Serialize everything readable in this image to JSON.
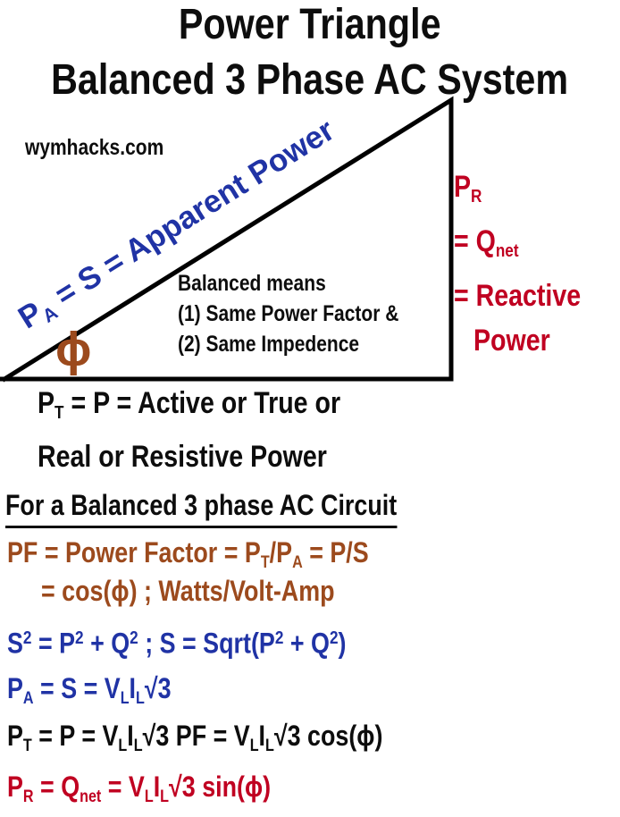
{
  "colors": {
    "blue": "#2033A5",
    "red": "#C00021",
    "brown": "#9C4A1D",
    "ink": "#0D0D0D",
    "stroke": "#000000"
  },
  "title": {
    "line1": "Power Triangle",
    "line2": "Balanced 3 Phase AC System"
  },
  "triangle": {
    "watermark": "wymhacks.com",
    "hypotenuse_label": [
      {
        "t": "P"
      },
      {
        "sub": "A"
      },
      {
        "t": " = S = Apparent Power"
      }
    ],
    "angle_symbol": "ϕ",
    "note": {
      "line1": "Balanced means",
      "line2": "(1) Same Power Factor &",
      "line3": "(2) Same Impedence"
    },
    "reactive_label": {
      "line1": [
        {
          "t": "P"
        },
        {
          "sub": "R"
        }
      ],
      "line2": [
        {
          "t": "= Q"
        },
        {
          "sub": "net"
        }
      ],
      "line3": [
        {
          "t": "= Reactive"
        }
      ],
      "line4": [
        {
          "t": "Power"
        }
      ]
    },
    "base_label": {
      "line1": [
        {
          "t": "P"
        },
        {
          "sub": "T"
        },
        {
          "t": " = P = Active or True or"
        }
      ],
      "line2": [
        {
          "t": "Real or Resistive Power"
        }
      ]
    }
  },
  "formulas": {
    "heading": "For a Balanced 3 phase AC Circuit",
    "pf_line1": [
      {
        "t": "PF = Power Factor = P"
      },
      {
        "sub": "T"
      },
      {
        "t": "/P"
      },
      {
        "sub": "A"
      },
      {
        "t": " = P/S"
      }
    ],
    "pf_line2": [
      {
        "t": "= cos(ϕ) ; Watts/Volt-Amp"
      }
    ],
    "s_squared": [
      {
        "t": "S"
      },
      {
        "sup": "2"
      },
      {
        "t": " = P"
      },
      {
        "sup": "2"
      },
      {
        "t": " + Q"
      },
      {
        "sup": "2"
      },
      {
        "t": " ; S = Sqrt(P"
      },
      {
        "sup": "2"
      },
      {
        "t": " + Q"
      },
      {
        "sup": "2"
      },
      {
        "t": ")"
      }
    ],
    "apparent": [
      {
        "t": "P"
      },
      {
        "sub": "A"
      },
      {
        "t": " = S = V"
      },
      {
        "sub": "L"
      },
      {
        "t": "I"
      },
      {
        "sub": "L"
      },
      {
        "t": "√3"
      }
    ],
    "active": [
      {
        "t": "P"
      },
      {
        "sub": "T"
      },
      {
        "t": " = P = V"
      },
      {
        "sub": "L"
      },
      {
        "t": "I"
      },
      {
        "sub": "L"
      },
      {
        "t": "√3 PF = V"
      },
      {
        "sub": "L"
      },
      {
        "t": "I"
      },
      {
        "sub": "L"
      },
      {
        "t": "√3 cos(ϕ)"
      }
    ],
    "reactive": [
      {
        "t": "P"
      },
      {
        "sub": "R"
      },
      {
        "t": " = Q"
      },
      {
        "sub": "net"
      },
      {
        "t": " = V"
      },
      {
        "sub": "L"
      },
      {
        "t": "I"
      },
      {
        "sub": "L"
      },
      {
        "t": "√3 sin(ϕ)"
      }
    ]
  }
}
